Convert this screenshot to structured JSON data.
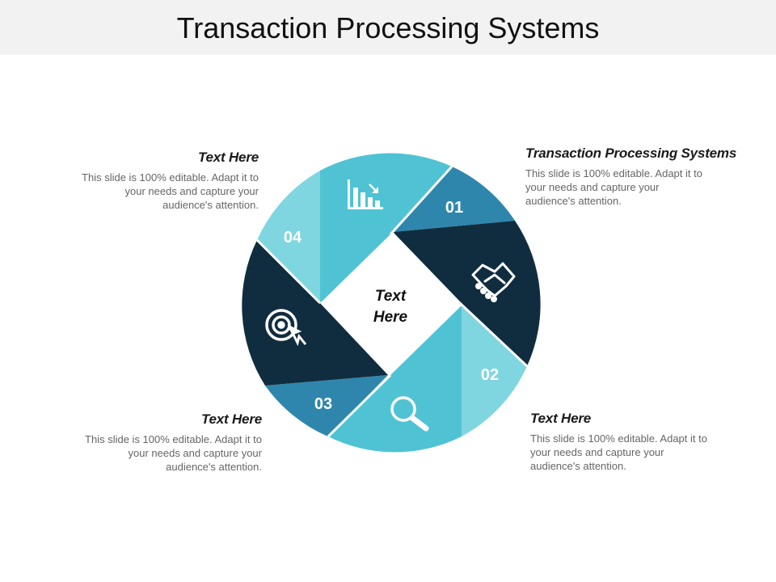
{
  "title": "Transaction Processing Systems",
  "center_label": {
    "line1": "Text",
    "line2": "Here"
  },
  "segments": [
    {
      "number": "01",
      "icon": "handshake-icon"
    },
    {
      "number": "02",
      "icon": "magnifier-icon"
    },
    {
      "number": "03",
      "icon": "target-icon"
    },
    {
      "number": "04",
      "icon": "bar-chart-down-icon"
    }
  ],
  "blocks": [
    {
      "id": "01",
      "title": "Transaction Processing Systems",
      "text": "This slide is 100% editable. Adapt it to your needs and capture your audience's attention."
    },
    {
      "id": "02",
      "title": "Text Here",
      "text": "This slide is 100% editable. Adapt it to your needs and capture your audience's attention."
    },
    {
      "id": "03",
      "title": "Text Here",
      "text": "This slide is 100% editable. Adapt it to your needs and capture your audience's attention."
    },
    {
      "id": "04",
      "title": "Text Here",
      "text": "This slide is 100% editable. Adapt it to your needs and capture your audience's attention."
    }
  ],
  "colors": {
    "dark": "#102d3f",
    "mid": "#2f86ad",
    "light": "#4fc3d3",
    "pale": "#7fd6e0",
    "header_bg": "#f2f2f2"
  }
}
